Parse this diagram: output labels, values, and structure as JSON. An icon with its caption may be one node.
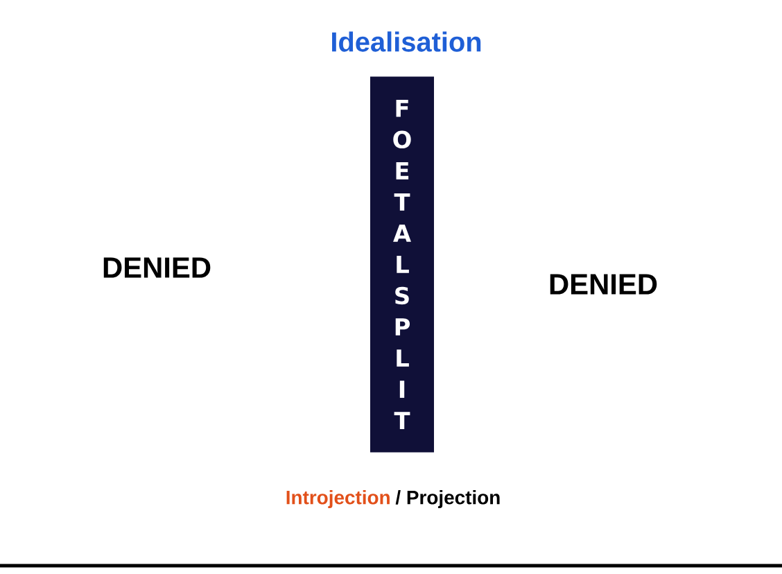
{
  "diagram": {
    "nodes": [
      {
        "text": [
          "FOETAL SPLIT"
        ]
      }
    ],
    "labels": [
      "Idealisation",
      "DENIED",
      "DENIED",
      "Introjection",
      "/ Projection"
    ]
  }
}
